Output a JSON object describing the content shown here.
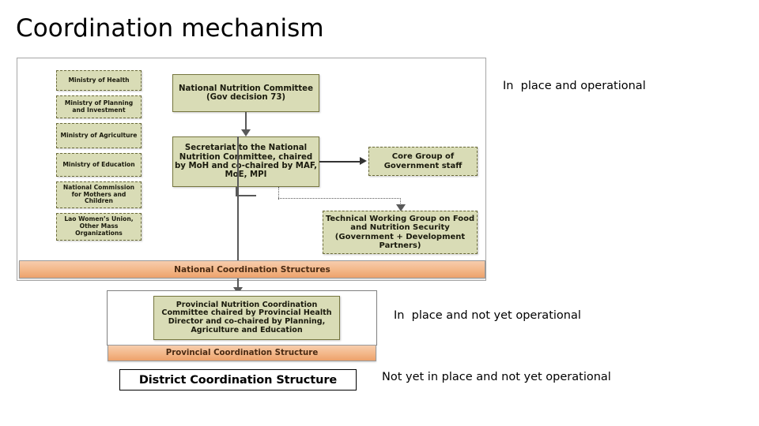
{
  "slide": {
    "title": "Coordination mechanism"
  },
  "diagram": {
    "national": {
      "ministries": [
        {
          "label": "Ministry of Health"
        },
        {
          "label": "Ministry of Planning and Investment"
        },
        {
          "label": "Ministry of Agriculture"
        },
        {
          "label": "Ministry of Education"
        },
        {
          "label": "National Commission for Mothers and Children"
        },
        {
          "label": "Lao Women’s Union, Other Mass Organizations"
        }
      ],
      "national_nutrition_committee": "National Nutrition Committee (Gov decision 73)",
      "secretariat": "Secretariat to the National Nutrition Committee, chaired by MoH and co-chaired by MAF, MoE, MPI",
      "core_group": "Core Group of Government staff",
      "technical_working_group": "Technical Working Group on Food and Nutrition Security (Government + Development Partners)",
      "band_label": "National Coordination Structures"
    },
    "provincial": {
      "committee": "Provincial Nutrition Coordination Committee chaired by Provincial Health Director and co-chaired by Planning, Agriculture and Education",
      "band_label": "Provincial Coordination Structure"
    },
    "district": {
      "label": "District Coordination Structure"
    }
  },
  "legend": {
    "operational": "In  place and operational",
    "in_place_not_operational": "In  place and not yet operational",
    "not_in_place_not_operational": "Not yet in place and not yet operational"
  },
  "colors": {
    "green_box": "#d9dcb6",
    "green_border": "#76763f",
    "orange_band_top": "#f7cdad",
    "orange_band_bottom": "#eda16b",
    "connector": "#595959",
    "text": "#000000"
  }
}
